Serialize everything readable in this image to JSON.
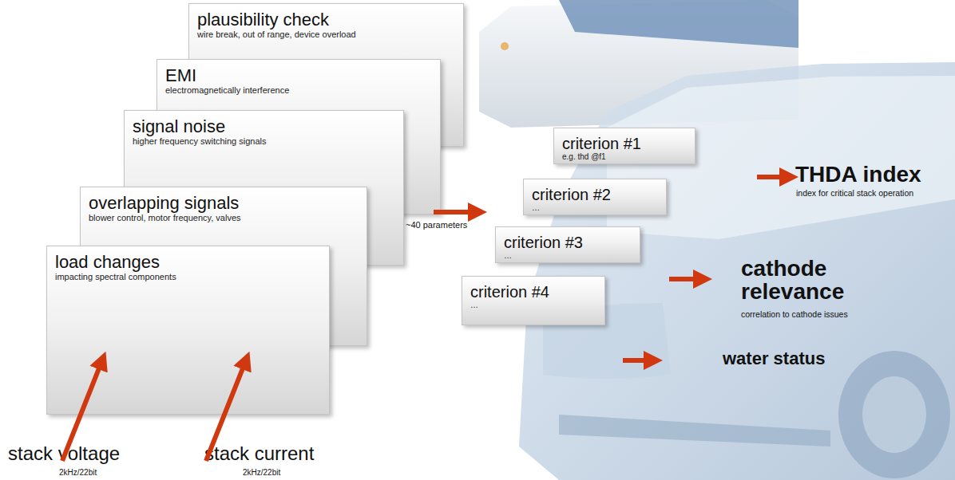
{
  "diagram": {
    "nodes": [
      {
        "text": [
          "plausibility check",
          "wire break, out of range, device overload"
        ]
      },
      {
        "text": [
          "EMI",
          "electromagnetically interference"
        ]
      },
      {
        "text": [
          "signal noise",
          "higher frequency switching signals"
        ]
      },
      {
        "text": [
          "overlapping signals",
          "blower control, motor frequency, valves"
        ]
      },
      {
        "text": [
          "load changes",
          "impacting spectral components"
        ]
      },
      {
        "text": [
          "criterion #1",
          "e.g. thd @f1"
        ]
      },
      {
        "text": [
          "criterion #2",
          "…"
        ]
      },
      {
        "text": [
          "criterion #3",
          "…"
        ]
      },
      {
        "text": [
          "criterion #4",
          "…"
        ]
      }
    ],
    "edges": [],
    "labels": [
      "~40 parameters",
      "THDA index",
      "index for critical stack operation",
      "cathode relevance",
      "correlation to cathode issues",
      "water status",
      "stack voltage",
      "2kHz/22bit",
      "stack current",
      "2kHz/22bit"
    ]
  }
}
